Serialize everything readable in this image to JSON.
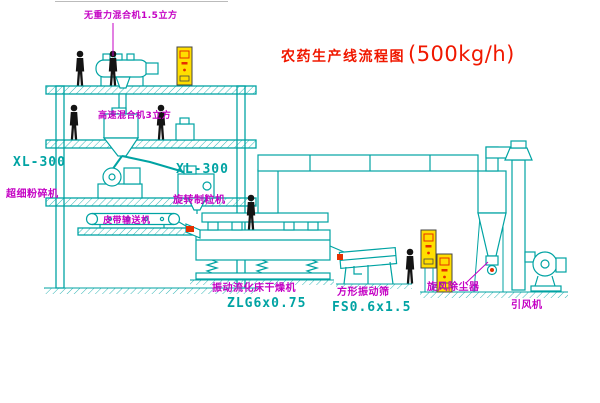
{
  "title": {
    "text": "农药生产线流程图",
    "capacity": "(500kg/h)"
  },
  "labels": {
    "gravity_mixer": "无重力混合机1.5立方",
    "high_speed_mixer": "高速混合机3立方",
    "mill_model": "XL-300",
    "mill_name": "超细粉碎机",
    "granulator_model": "XL-300",
    "granulator_name": "旋转制粒机",
    "belt_conveyor": "皮带输送机",
    "dryer_name": "振动流化床干燥机",
    "dryer_model": "ZLG6x0.75",
    "sieve_name": "方形振动筛",
    "sieve_model": "FS0.6x1.5",
    "cyclone_name": "旋风除尘器",
    "fan_name": "引风机"
  },
  "figures": {
    "worker_count": 6,
    "control_panel_count": 3
  },
  "colors": {
    "drawing_line": "#00A3A3",
    "label_magenta": "#C400C4",
    "title_red": "#F01800",
    "panel_yellow": "#FFDE00",
    "accent_red": "#E53000",
    "figure_black": "#141414"
  }
}
